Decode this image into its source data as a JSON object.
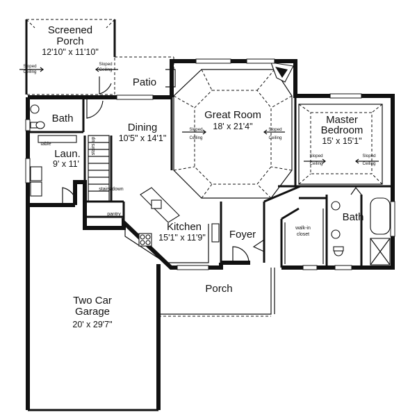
{
  "rooms": {
    "screened_porch": {
      "name_line1": "Screened",
      "name_line2": "Porch",
      "dims": "12'10\" x 11'10\""
    },
    "patio": {
      "name": "Patio"
    },
    "bath_left": {
      "name": "Bath"
    },
    "dining": {
      "name": "Dining",
      "dims": "10'5\" x 14'1\""
    },
    "great_room": {
      "name": "Great Room",
      "dims": "18' x 21'4\""
    },
    "master_bedroom": {
      "name_line1": "Master",
      "name_line2": "Bedroom",
      "dims": "15' x 15'1\""
    },
    "laundry": {
      "name": "Laun.",
      "dims": "9' x 11'"
    },
    "kitchen": {
      "name": "Kitchen",
      "dims": "15'1\" x 11'9\""
    },
    "foyer": {
      "name": "Foyer"
    },
    "bath_master": {
      "name": "Bath"
    },
    "porch": {
      "name": "Porch"
    },
    "garage": {
      "name_line1": "Two Car",
      "name_line2": "Garage",
      "dims": "20' x 29'7\""
    }
  },
  "notes": {
    "sloped": "Sloped",
    "ceiling": "Ceiling",
    "table": "table",
    "stairs_up": "stairs up",
    "stairs_down": "stairs down",
    "pantry": "pantry",
    "walk_in_line1": "walk-in",
    "walk_in_line2": "closet"
  }
}
